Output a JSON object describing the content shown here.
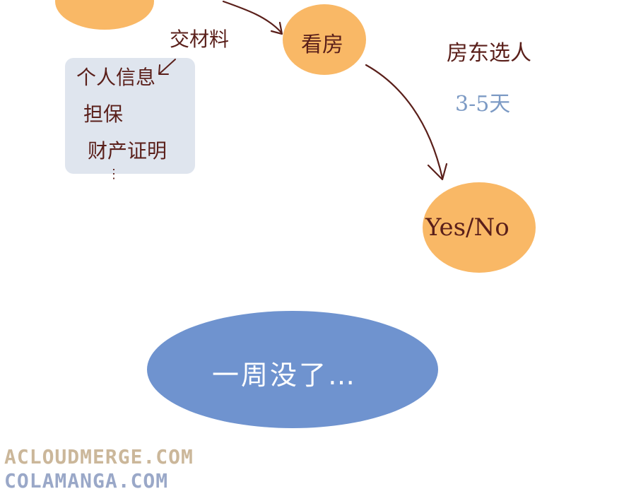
{
  "nodes": {
    "top_partial": "",
    "view_house": "看房",
    "yes_no": "Yes/No"
  },
  "labels": {
    "submit_materials": "交材料",
    "landlord_selects": "房东选人",
    "duration": "3-5天"
  },
  "note": {
    "items": [
      "个人信息",
      "担保",
      "财产证明"
    ],
    "ellipsis": "⋮"
  },
  "bubble": {
    "text": "一周没了…"
  },
  "watermarks": {
    "line1": "ACLOUDMERGE.COM",
    "line2": "COLAMANGA.COM"
  },
  "colors": {
    "node_fill": "#f9b866",
    "ink": "#5a1f1a",
    "duration_text": "#7c9ac4",
    "note_box": "#dfe5ee",
    "bubble_fill": "#6f93cf",
    "watermark1": "#cbb79a",
    "watermark2": "#9aa8c8"
  }
}
